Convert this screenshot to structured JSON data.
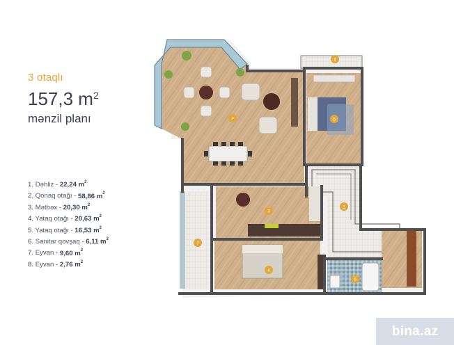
{
  "header": {
    "rooms_count": "3 otaqlı",
    "area_value": "157,3 m",
    "area_unit_sup": "2",
    "plan_label": "mənzil planı"
  },
  "legend": [
    {
      "num": "1.",
      "name": "Dəhliz",
      "value": "22,24 m",
      "sup": "2"
    },
    {
      "num": "2.",
      "name": "Qonaq otağı",
      "value": "58,86 m",
      "sup": "2"
    },
    {
      "num": "3.",
      "name": "Mətbəx",
      "value": "20,30 m",
      "sup": "2"
    },
    {
      "num": "4.",
      "name": "Yataq otağı",
      "value": "20,63 m",
      "sup": "2"
    },
    {
      "num": "5.",
      "name": "Yataq otağı",
      "value": "16,53 m",
      "sup": "2"
    },
    {
      "num": "6.",
      "name": "Sanitar qovşaq",
      "value": "6,11 m",
      "sup": "2"
    },
    {
      "num": "7.",
      "name": "Eyvan",
      "value": "9,60 m",
      "sup": "2"
    },
    {
      "num": "8.",
      "name": "Eyvan",
      "value": "2,76 m",
      "sup": "2"
    }
  ],
  "markers": [
    "1",
    "2",
    "3",
    "4",
    "5",
    "6",
    "7",
    "8"
  ],
  "watermark": "bina.az",
  "colors": {
    "accent": "#e3a63a",
    "title": "#3d3d55",
    "wall": "#5a5a5a",
    "wood_floor": "#c9ab83",
    "tile_floor": "#e9e6e0",
    "marker": "#e3a63a"
  }
}
